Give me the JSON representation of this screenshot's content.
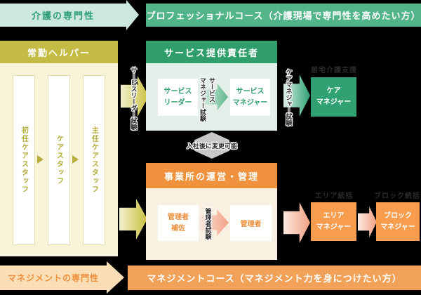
{
  "palette": {
    "mint_banner": "#cde9dd",
    "green_banner": "#52b489",
    "green_header": "#2f9e6a",
    "green_box": "#2fa173",
    "mint_panel": "#e4efe9",
    "olive_header": "#c4bb45",
    "olive_text": "#b3aa35",
    "cream_panel": "#f7f4da",
    "orange_header": "#f0913d",
    "orange_panel": "#faf0e2",
    "orange_box": "#f89c4e",
    "orange_text": "#ee8d3a",
    "peach_banner": "#fcdeb6",
    "orange_banner": "#f2a159",
    "note_gray": "#c8c8c8"
  },
  "banners": {
    "top_left": "介護の専門性",
    "top_right": "プロフェッショナルコース（介護現場で専門性を高めたい方）",
    "bottom_left": "マネジメントの専門性",
    "bottom_right": "マネジメントコース（マネジメント力を身につけたい方）"
  },
  "left_panel": {
    "title": "常勤ヘルパー",
    "steps": [
      "初任ケアスタッフ",
      "ケアスタッフ",
      "主任ケアスタッフ"
    ]
  },
  "service_panel": {
    "title": "サービス提供責任者",
    "entry_exam": "サービスリーダー試験",
    "from": "サービス\nリーダー",
    "exam_lines": [
      "サービス",
      "マネジャー試験"
    ],
    "to": "サービス\nマネジャー"
  },
  "note": "入社後に変更可能",
  "care_manager": {
    "exam": "ケアマネジャー試験",
    "label": "居宅介護支援",
    "name": "ケア\nマネジャー"
  },
  "management_panel": {
    "title": "事業所の運営・管理",
    "from": "管理者\n補佐",
    "exam": "管理者試験",
    "to": "管理者"
  },
  "area_manager": {
    "label": "エリア統括",
    "name": "エリア\nマネジャー"
  },
  "block_manager": {
    "label": "ブロック統括",
    "name": "ブロック\nマネジャー"
  }
}
